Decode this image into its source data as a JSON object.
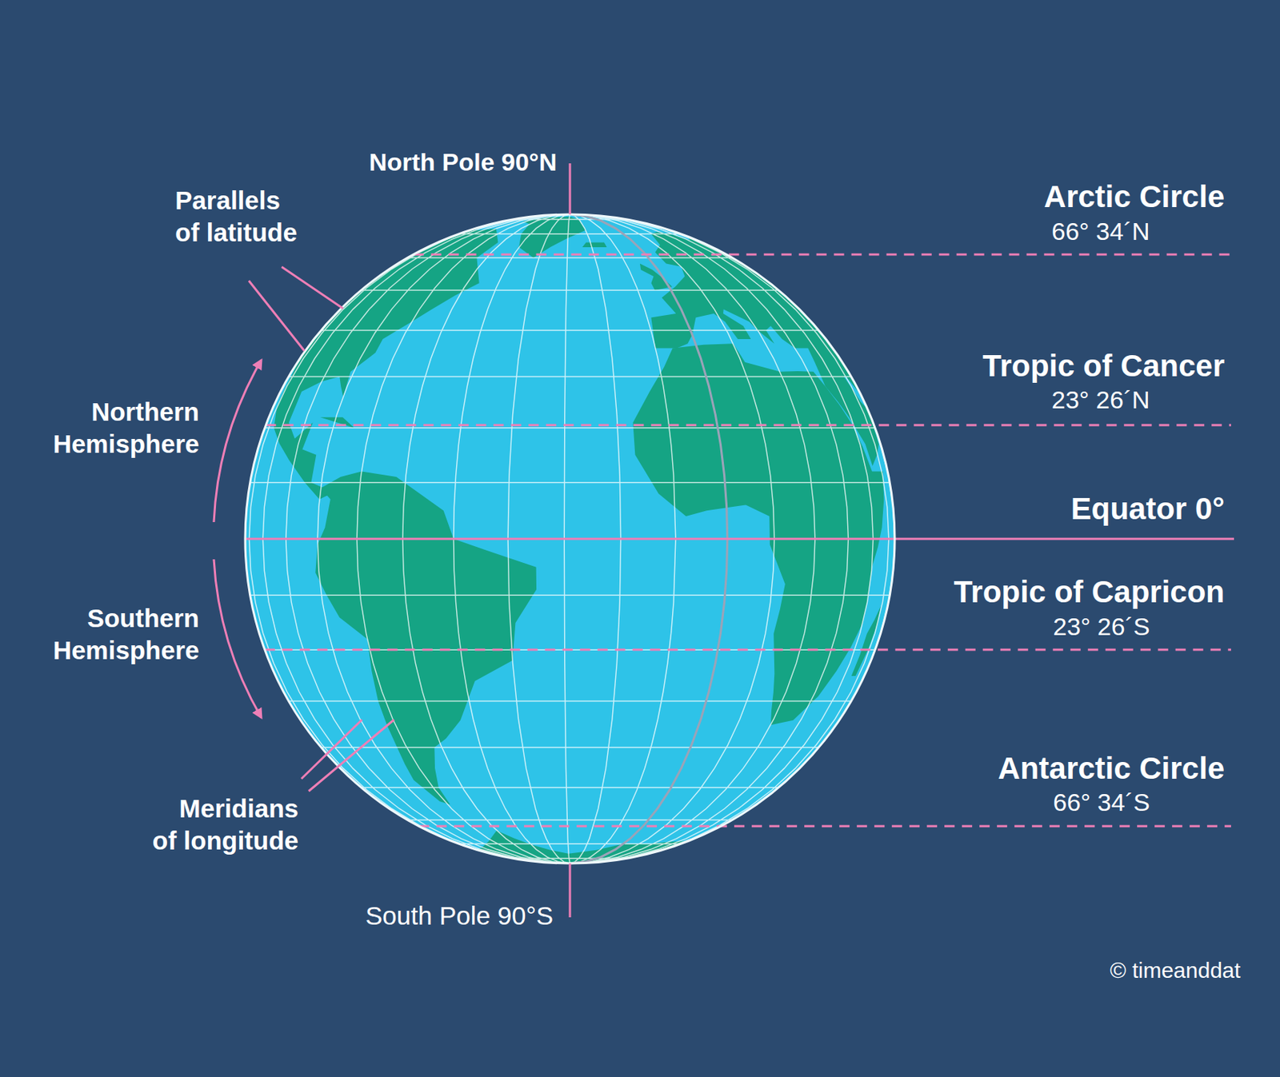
{
  "diagram": {
    "labels": [
      "North Pole 90°N",
      "Parallels of latitude",
      "Arctic Circle",
      "66° 34´N",
      "Northern Hemisphere",
      "Tropic of Cancer",
      "23° 26´N",
      "Equator 0°",
      "Tropic of Capricon",
      "23° 26´S",
      "Southern Hemisphere",
      "Antarctic Circle",
      "66° 34´S",
      "Meridians of longitude",
      "South Pole 90°S",
      "© timeanddat"
    ]
  }
}
